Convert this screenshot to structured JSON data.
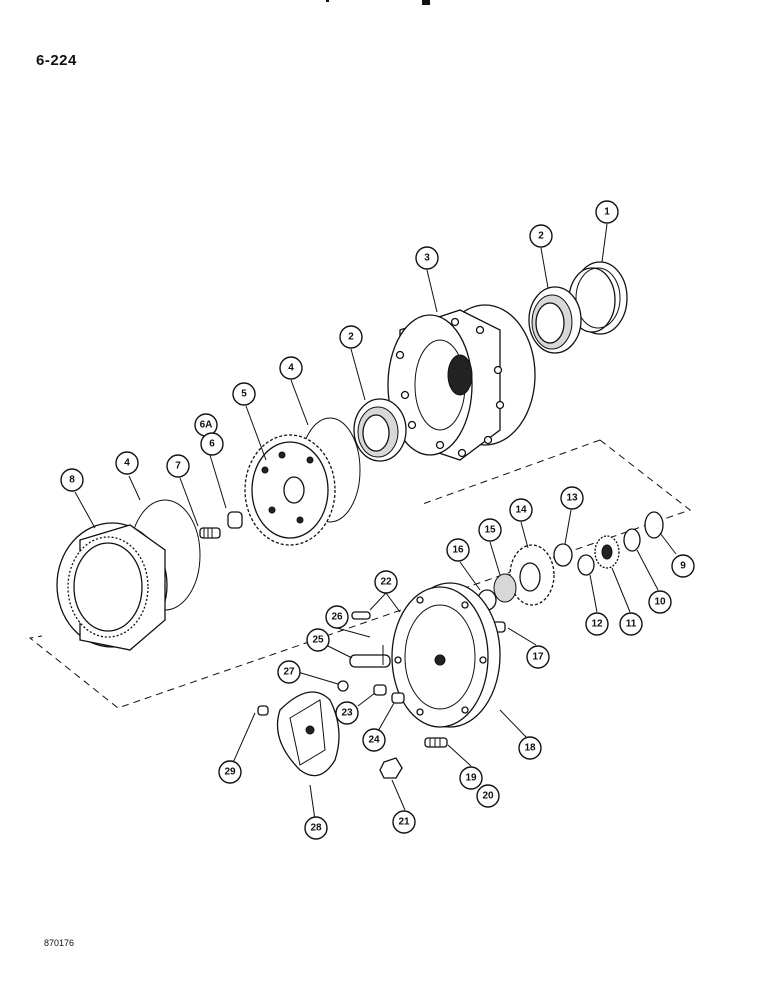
{
  "page": {
    "number": "6-224",
    "figure_code": "870176"
  },
  "callouts": [
    {
      "id": "c1",
      "label": "1"
    },
    {
      "id": "c2a",
      "label": "2"
    },
    {
      "id": "c2b",
      "label": "2"
    },
    {
      "id": "c3",
      "label": "3"
    },
    {
      "id": "c4a",
      "label": "4"
    },
    {
      "id": "c4b",
      "label": "4"
    },
    {
      "id": "c5",
      "label": "5"
    },
    {
      "id": "c6a",
      "label": "6A"
    },
    {
      "id": "c6",
      "label": "6"
    },
    {
      "id": "c7",
      "label": "7"
    },
    {
      "id": "c8",
      "label": "8"
    },
    {
      "id": "c9",
      "label": "9"
    },
    {
      "id": "c10",
      "label": "10"
    },
    {
      "id": "c11",
      "label": "11"
    },
    {
      "id": "c12",
      "label": "12"
    },
    {
      "id": "c13",
      "label": "13"
    },
    {
      "id": "c14",
      "label": "14"
    },
    {
      "id": "c15",
      "label": "15"
    },
    {
      "id": "c16",
      "label": "16"
    },
    {
      "id": "c17",
      "label": "17"
    },
    {
      "id": "c18",
      "label": "18"
    },
    {
      "id": "c19",
      "label": "19"
    },
    {
      "id": "c20",
      "label": "20"
    },
    {
      "id": "c21",
      "label": "21"
    },
    {
      "id": "c22",
      "label": "22"
    },
    {
      "id": "c23",
      "label": "23"
    },
    {
      "id": "c24",
      "label": "24"
    },
    {
      "id": "c25",
      "label": "25"
    },
    {
      "id": "c26",
      "label": "26"
    },
    {
      "id": "c27",
      "label": "27"
    },
    {
      "id": "c28",
      "label": "28"
    },
    {
      "id": "c29",
      "label": "29"
    }
  ]
}
